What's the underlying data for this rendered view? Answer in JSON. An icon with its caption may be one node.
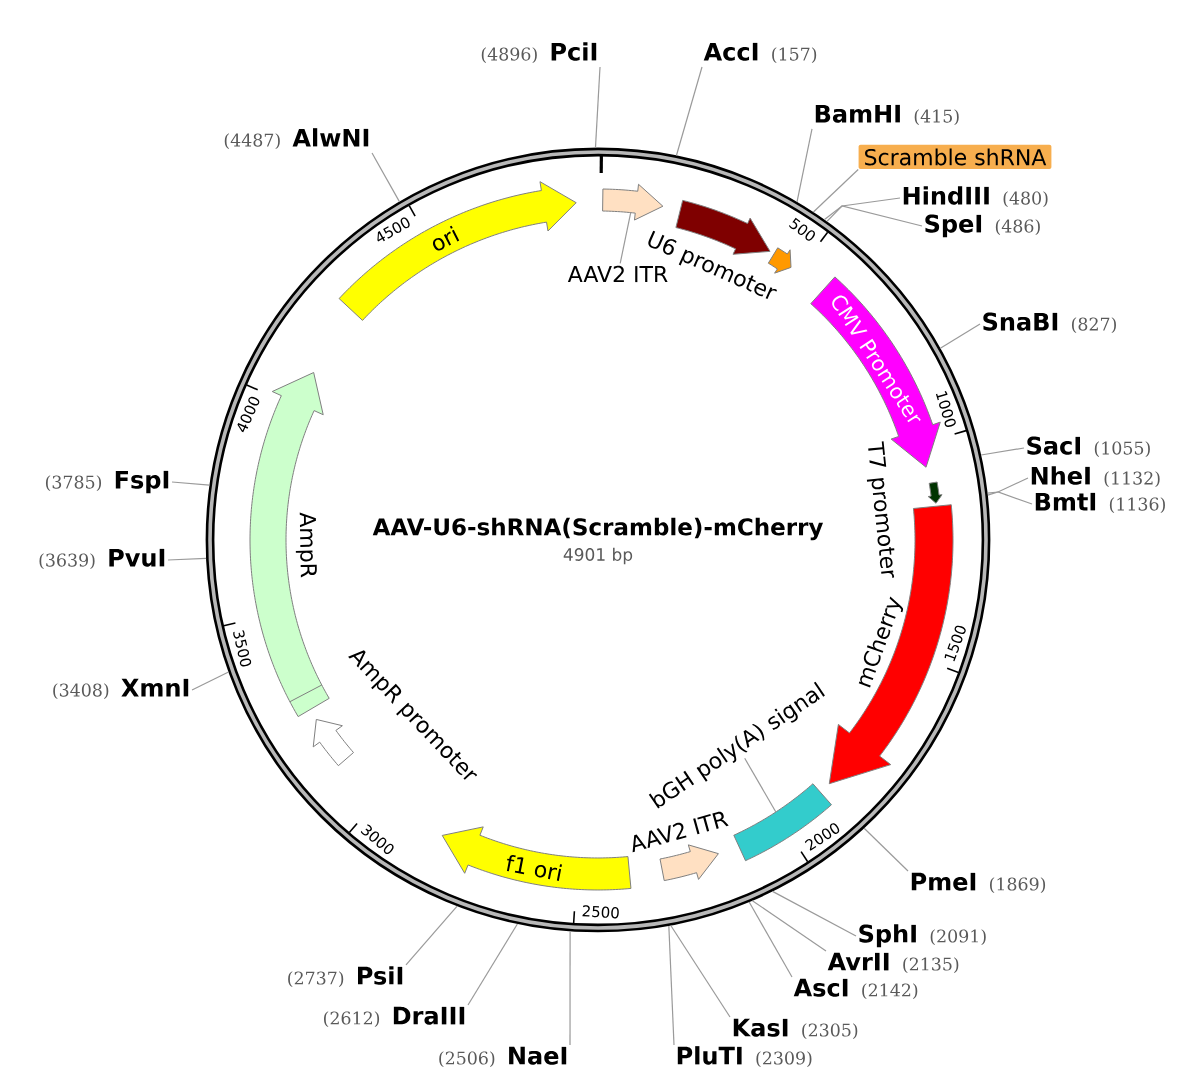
{
  "diagram": {
    "nodes": [
      {
        "text": [
          "AAV-U6-shRNA(Scramble)-mCherry",
          "4901 bp"
        ]
      },
      {
        "text": [
          "ori"
        ],
        "in": 0
      },
      {
        "text": [],
        "shape": "arrow",
        "in": 0
      },
      {
        "text": [
          "AAV2 ITR"
        ],
        "in": 0
      },
      {
        "text": [],
        "shape": "arrow",
        "beside": [
          "U6 promoter"
        ],
        "in": 0
      },
      {
        "text": [],
        "shape": "arrow",
        "in": 0
      },
      {
        "text": [
          "Scramble shRNA"
        ]
      },
      {
        "text": [
          "CMV Promoter"
        ],
        "in": 0
      },
      {
        "text": [],
        "shape": "arrow",
        "in": 0
      },
      {
        "text": [],
        "shape": "arrow",
        "beside": [
          "mCherry"
        ],
        "in": 0
      },
      {
        "text": [],
        "shape": "box",
        "in": 0
      },
      {
        "text": [
          "bGH poly(A) signal"
        ],
        "in": 0
      },
      {
        "text": [],
        "shape": "arrow",
        "beside": [
          "AAV2 ITR"
        ],
        "in": 0
      },
      {
        "text": [
          "f1 ori"
        ],
        "in": 0
      },
      {
        "text": [],
        "shape": "arrow",
        "beside": [
          "AmpR promoter"
        ],
        "in": 0
      },
      {
        "text": [],
        "shape": "arrow",
        "beside": [
          "AmpR"
        ],
        "in": 0
      },
      {
        "text": [
          "(4896)",
          "PciI"
        ]
      },
      {
        "text": [
          "AccI",
          "(157)"
        ]
      },
      {
        "text": [
          "BamHI",
          "(415)"
        ]
      },
      {
        "text": [
          "HindIII",
          "(480)"
        ]
      },
      {
        "text": [
          "SpeI",
          "(486)"
        ]
      },
      {
        "text": [
          "SnaBI",
          "(827)"
        ]
      },
      {
        "text": [
          "SacI",
          "(1055)"
        ]
      },
      {
        "text": [
          "NheI",
          "(1132)"
        ]
      },
      {
        "text": [
          "BmtI",
          "(1136)"
        ]
      },
      {
        "text": [
          "PmeI",
          "(1869)"
        ]
      },
      {
        "text": [
          "SphI",
          "(2091)"
        ]
      },
      {
        "text": [
          "AvrII",
          "(2135)"
        ]
      },
      {
        "text": [
          "AscI",
          "(2142)"
        ]
      },
      {
        "text": [
          "KasI",
          "(2305)"
        ]
      },
      {
        "text": [
          "PluTI",
          "(2309)"
        ]
      },
      {
        "text": [
          "(2506)",
          "NaeI"
        ]
      },
      {
        "text": [
          "(2612)",
          "DraIII"
        ]
      },
      {
        "text": [
          "(2737)",
          "PsiI"
        ]
      },
      {
        "text": [
          "(3408)",
          "XmnI"
        ]
      },
      {
        "text": [
          "(3639)",
          "PvuI"
        ]
      },
      {
        "text": [
          "(3785)",
          "FspI"
        ]
      },
      {
        "text": [
          "(4487)",
          "AlwNI"
        ]
      }
    ],
    "edges": [
      {
        "from": 3,
        "to": 2,
        "arrow": "none"
      },
      {
        "from": 6,
        "to": 0,
        "arrow": "none"
      },
      {
        "from": 11,
        "to": 10,
        "arrow": "none"
      },
      {
        "from": 16,
        "to": 0,
        "arrow": "none"
      },
      {
        "from": 17,
        "to": 0,
        "arrow": "none"
      },
      {
        "from": 18,
        "to": 0,
        "arrow": "none"
      },
      {
        "from": 19,
        "to": 0,
        "arrow": "none"
      },
      {
        "from": 20,
        "to": 0,
        "arrow": "none"
      },
      {
        "from": 21,
        "to": 0,
        "arrow": "none"
      },
      {
        "from": 22,
        "to": 0,
        "arrow": "none"
      },
      {
        "from": 23,
        "to": 0,
        "arrow": "none"
      },
      {
        "from": 24,
        "to": 0,
        "arrow": "none"
      },
      {
        "from": 25,
        "to": 0,
        "arrow": "none"
      },
      {
        "from": 26,
        "to": 0,
        "arrow": "none"
      },
      {
        "from": 27,
        "to": 0,
        "arrow": "none"
      },
      {
        "from": 28,
        "to": 0,
        "arrow": "none"
      },
      {
        "from": 29,
        "to": 0,
        "arrow": "none"
      },
      {
        "from": 30,
        "to": 0,
        "arrow": "none"
      },
      {
        "from": 31,
        "to": 0,
        "arrow": "none"
      },
      {
        "from": 32,
        "to": 0,
        "arrow": "none"
      },
      {
        "from": 33,
        "to": 0,
        "arrow": "none"
      },
      {
        "from": 34,
        "to": 0,
        "arrow": "none"
      },
      {
        "from": 35,
        "to": 0,
        "arrow": "none"
      },
      {
        "from": 36,
        "to": 0,
        "arrow": "none"
      },
      {
        "from": 37,
        "to": 0,
        "arrow": "none"
      }
    ],
    "labels": [
      "500",
      "1000",
      "1500",
      "2000",
      "2500",
      "3000",
      "3500",
      "4000",
      "4500",
      "T7 promoter"
    ]
  }
}
